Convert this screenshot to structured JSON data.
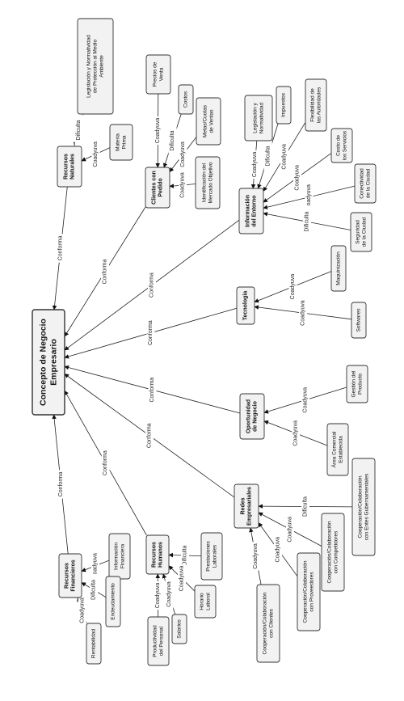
{
  "center": "Concepto de Negocio Empresario",
  "words": {
    "conforma": "Conforma",
    "coadyuva": "Coadyuva",
    "dificulta": "Dificulta"
  },
  "nodes": {
    "recursos_naturales": "Recursos Naturales",
    "legislacion_ambiente": "Legislación y Normatividad de Protección al Medio Ambiente",
    "materia_prima": "Materia Prima",
    "clientes_pedido": "Clientes con Pedido",
    "precios_venta": "Precios de Venta",
    "costos": "Costos",
    "metas_cuotas": "Metas/Cuotas de Ventas",
    "identificacion_mercado": "Identificación del Mercado Objetivo",
    "informacion_entorno": "Información del Entorno",
    "legislacion_normatividad": "Legislación y Normatividad",
    "impuestos": "Impuestos",
    "flexibilidad": "Flexibilidad de las Autoridades",
    "costo_servicios": "Costo de los Servicios",
    "conectividad": "Conectividad de la Ciudad",
    "seguridad": "Seguridad de la Ciudad",
    "tecnologia": "Tecnología",
    "maquinizacion": "Maquinización",
    "softwares": "Softwares",
    "oportunidad": "Oportunidad de Negocio",
    "gestion_producto": "Gestión del Producto",
    "area_comercial": "Área Comercial Establecida",
    "redes": "Redes Empresariales",
    "coop_gubernamentales": "Cooperación/Colaboración con Entes Gubernamentales",
    "coop_competidores": "Cooperación/Colaboración con Competidores",
    "coop_proveedores": "Cooperación/Colaboración con Proveedores",
    "coop_clientes": "Cooperación/Colaboración con Clientes",
    "recursos_humanos": "Recursos Humanos",
    "prestaciones": "Prestaciones Laborales",
    "horario": "Horario Laboral",
    "salarios": "Salarios",
    "productividad": "Productividad del Personal",
    "recursos_financieros": "Recursos Financieros",
    "informacion_financiera": "Información Financiera",
    "endeudamiento": "Endeudamiento",
    "rentabilidad": "Rentabilidad"
  }
}
